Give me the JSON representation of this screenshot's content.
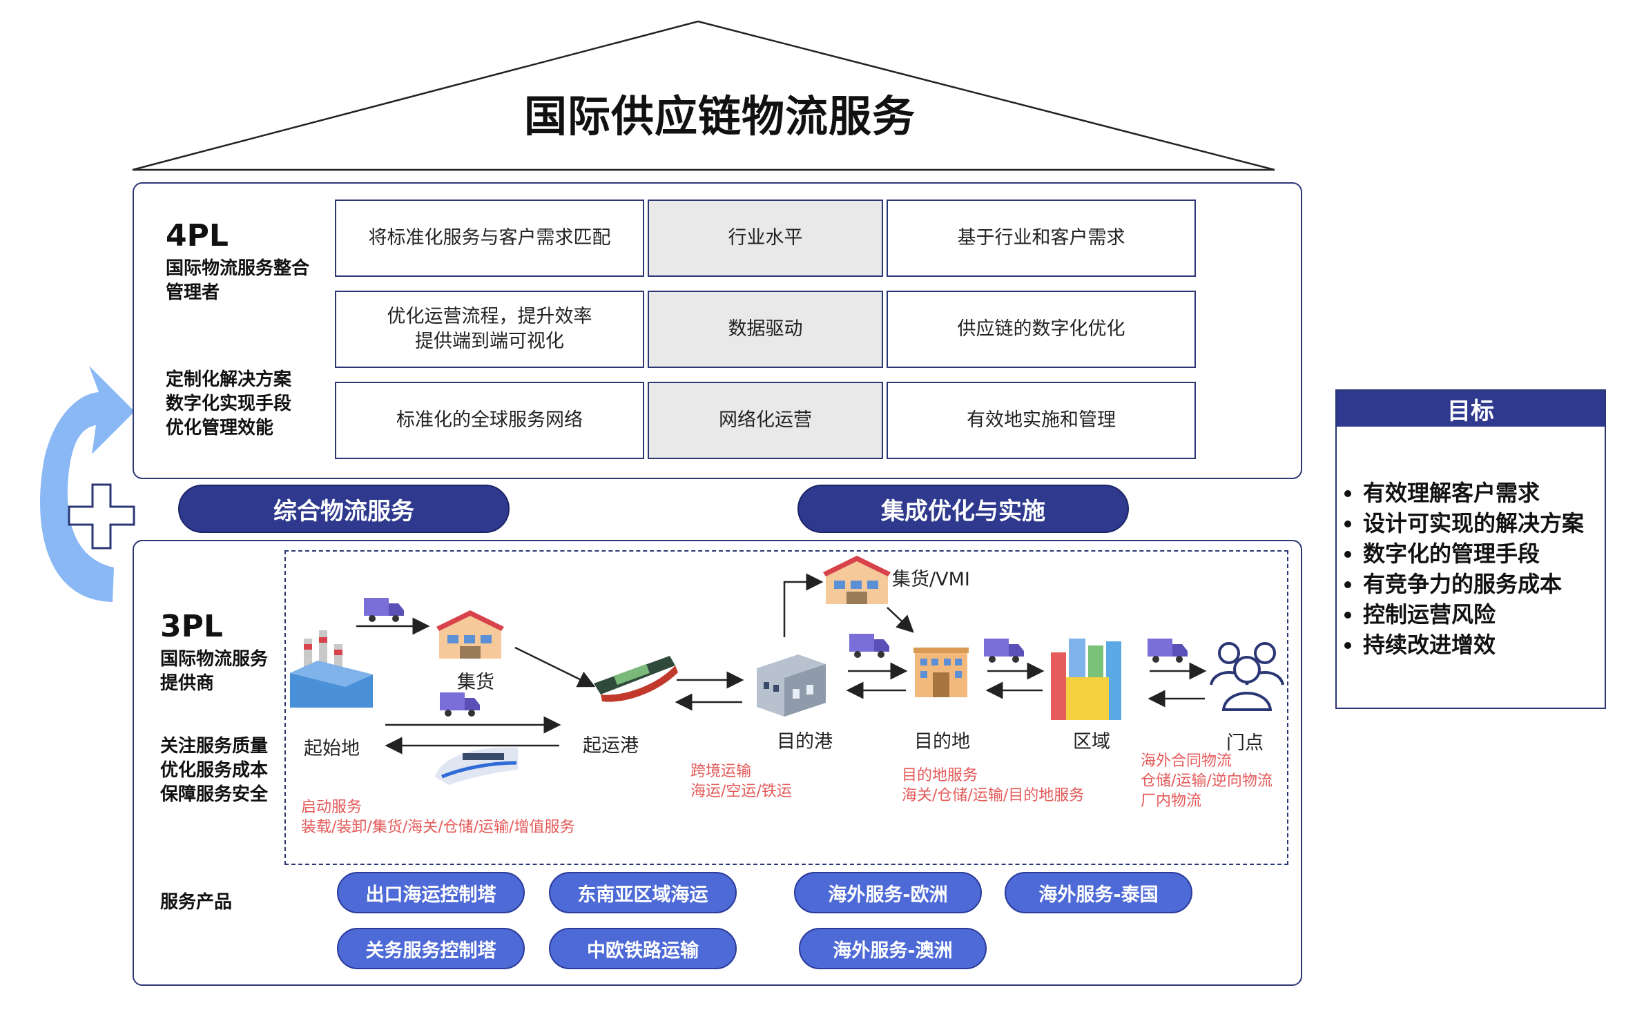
{
  "title": "国际供应链物流服务",
  "fourpl": {
    "level": "4PL",
    "subtitle": "国际物流服务整合\n管理者",
    "features": "定制化解决方案\n数字化实现手段\n优化管理效能",
    "rows": [
      [
        "将标准化服务与客户需求匹配",
        "行业水平",
        "基于行业和客户需求"
      ],
      [
        "优化运营流程，提升效率\n提供端到端可视化",
        "数据驱动",
        "供应链的数字化优化"
      ],
      [
        "标准化的全球服务网络",
        "网络化运营",
        "有效地实施和管理"
      ]
    ]
  },
  "pills": [
    "综合物流服务",
    "集成优化与实施"
  ],
  "threepl": {
    "level": "3PL",
    "subtitle": "国际物流服务\n提供商",
    "features": "关注服务质量\n优化服务成本\n保障服务安全",
    "products_label": "服务产品"
  },
  "flow": {
    "nodes": {
      "origin": "起始地",
      "consolidation": "集货",
      "port_of_loading": "起运港",
      "dest_port": "目的港",
      "vmi": "集货/VMI",
      "destination": "目的地",
      "region": "区域",
      "store": "门点"
    },
    "notes": {
      "start": "启动服务\n装载/装卸/集货/海关/仓储/运输/增值服务",
      "cross_border": "跨境运输\n海运/空运/铁运",
      "dest_service": "目的地服务\n海关/仓储/运输/目的地服务",
      "overseas": "海外合同物流\n仓储/运输/逆向物流\n厂内物流"
    }
  },
  "products": [
    "出口海运控制塔",
    "东南亚区域海运",
    "海外服务-欧洲",
    "海外服务-泰国",
    "关务服务控制塔",
    "中欧铁路运输",
    "海外服务-澳洲"
  ],
  "goal": {
    "header": "目标",
    "items": [
      "有效理解客户需求",
      "设计可实现的解决方案",
      "数字化的管理手段",
      "有竞争力的服务成本",
      "控制运营风险",
      "持续改进增效"
    ]
  },
  "colors": {
    "navy": "#2f3a8f",
    "product": "#4e6ad6",
    "arrow": "#8ab8f5",
    "red_note": "#e45a5a",
    "truck": "#7a6fd8"
  }
}
